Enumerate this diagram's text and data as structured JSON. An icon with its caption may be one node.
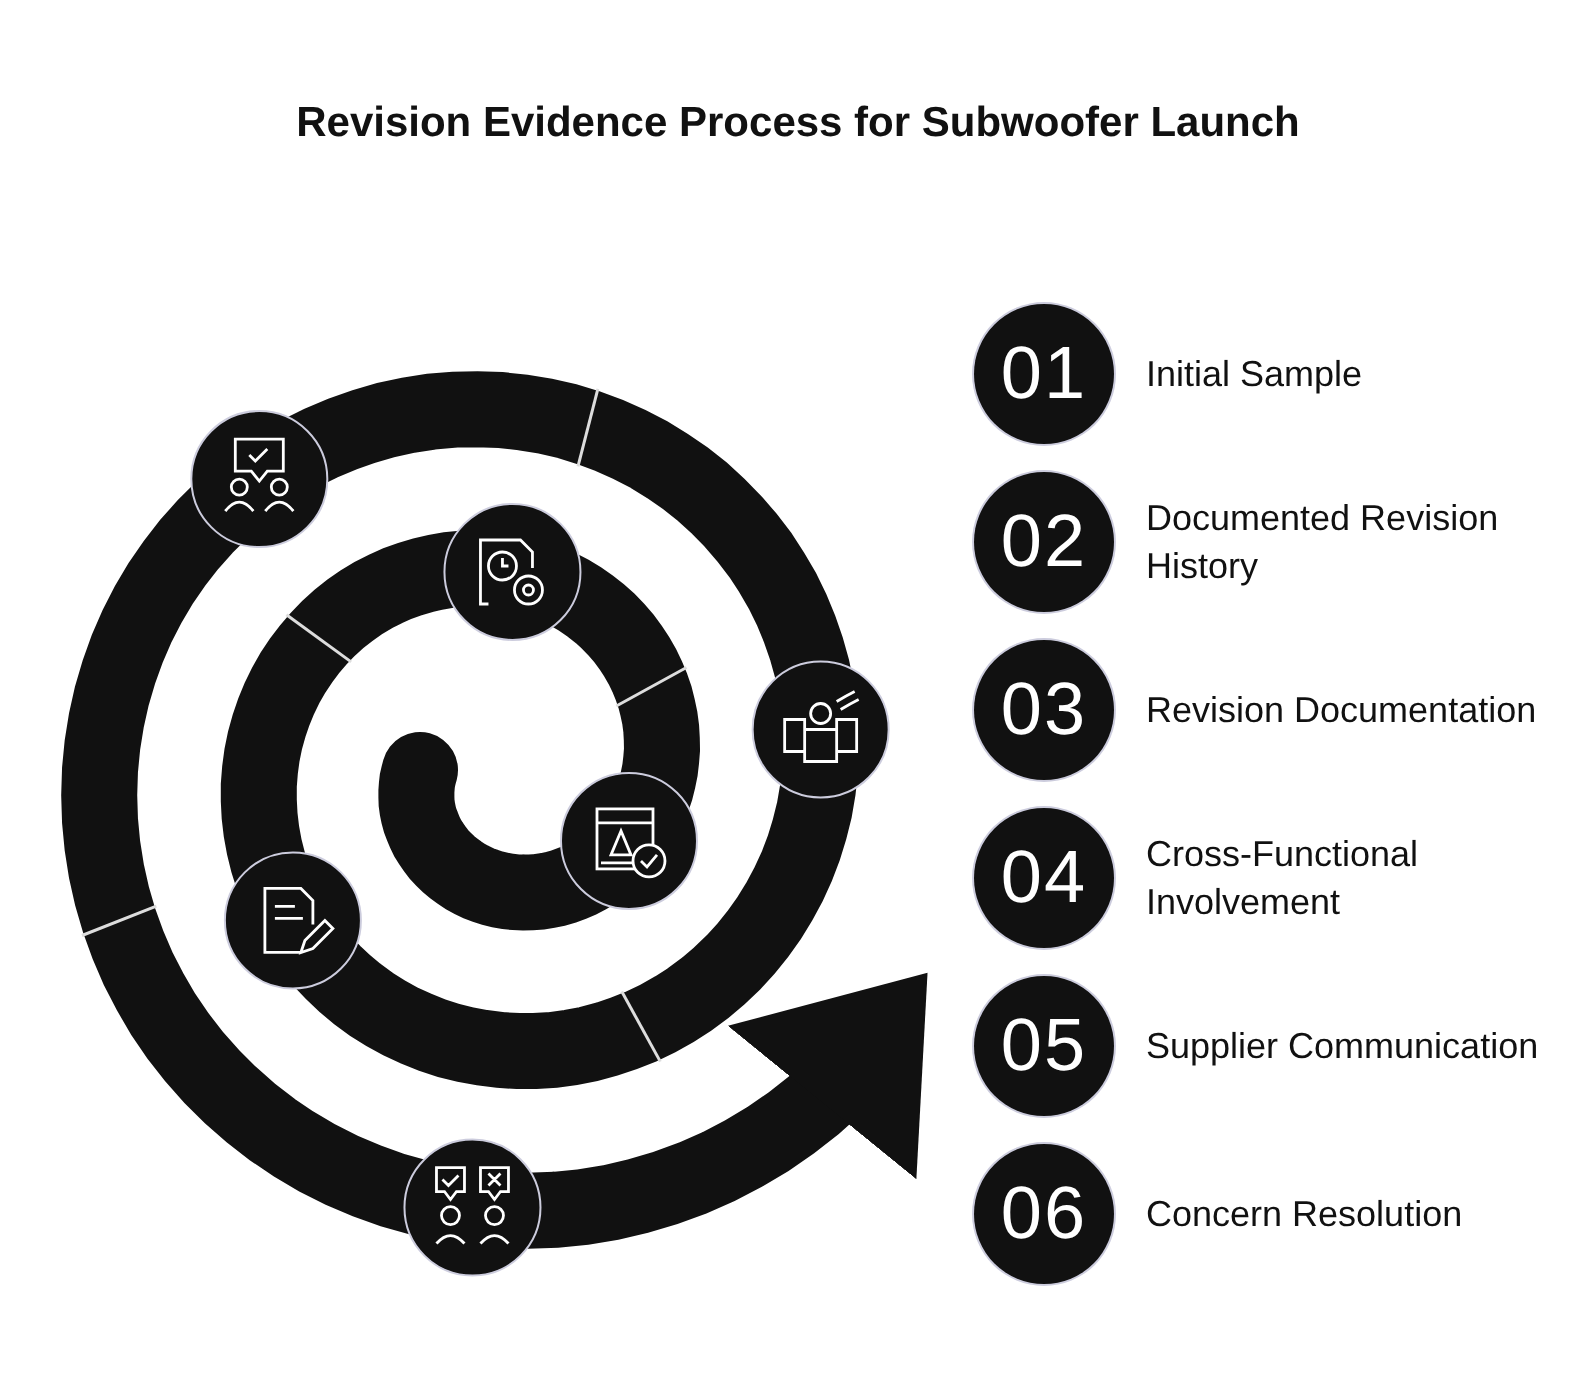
{
  "diagram": {
    "title": "Revision Evidence Process for Subwoofer Launch",
    "nodes": [
      {
        "text": [
          "01"
        ],
        "beside": [
          "Initial Sample"
        ]
      },
      {
        "text": [
          "02"
        ],
        "beside": [
          "Documented Revision History"
        ]
      },
      {
        "text": [
          "03"
        ],
        "beside": [
          "Revision Documentation"
        ]
      },
      {
        "text": [
          "04"
        ],
        "beside": [
          "Cross-Functional Involvement"
        ]
      },
      {
        "text": [
          "05"
        ],
        "beside": [
          "Supplier Communication"
        ]
      },
      {
        "text": [
          "06"
        ],
        "beside": [
          "Concern Resolution"
        ]
      }
    ]
  }
}
